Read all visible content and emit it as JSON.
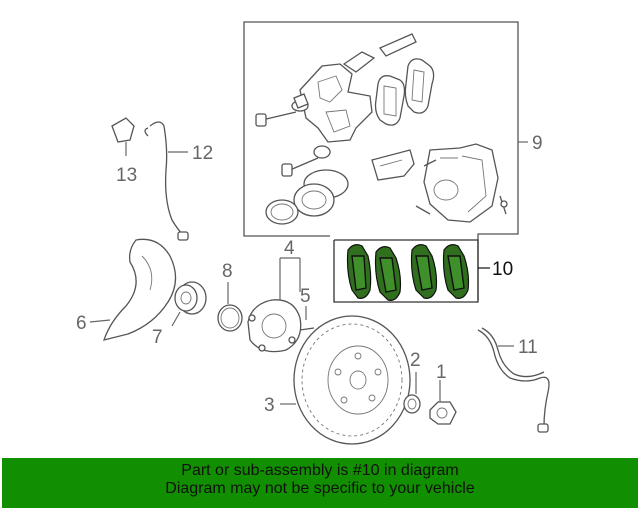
{
  "callouts": {
    "c1": "1",
    "c2": "2",
    "c3": "3",
    "c4": "4",
    "c5": "5",
    "c6": "6",
    "c7": "7",
    "c8": "8",
    "c9": "9",
    "c10": "10",
    "c11": "11",
    "c12": "12",
    "c13": "13"
  },
  "highlight_color": "#118f00",
  "pad_color": "#3f8f2a",
  "banner": {
    "line1": "Part or sub-assembly is #10 in diagram",
    "line2": "Diagram may not be specific to your vehicle"
  }
}
